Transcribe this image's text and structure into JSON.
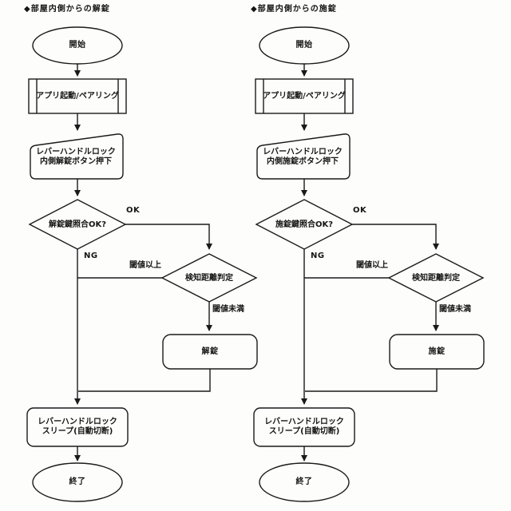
{
  "document": {
    "type": "patent-flowchart-figure",
    "background": "#fdfdfc"
  },
  "colors": {
    "line": "#1a1a1a",
    "text": "#151515",
    "shape_fill": "#fdfdfc"
  },
  "flowcharts": {
    "left": {
      "title": "◆部屋内側からの解錠",
      "start": "開始",
      "app_pairing": "アプリ起動/ペアリング",
      "button_press_line1": "レバーハンドルロック",
      "button_press_line2": "内側解錠ボタン押下",
      "key_check": "解錠鍵照合OK?",
      "ok_label": "OK",
      "ng_label": "NG",
      "distance_check": "検知距離判定",
      "above_threshold": "閾値以上",
      "below_threshold": "閾値未満",
      "action": "解錠",
      "sleep_line1": "レバーハンドルロック",
      "sleep_line2": "スリープ(自動切断)",
      "end": "終了"
    },
    "right": {
      "title": "◆部屋内側からの施錠",
      "start": "開始",
      "app_pairing": "アプリ起動/ペアリング",
      "button_press_line1": "レバーハンドルロック",
      "button_press_line2": "内側施錠ボタン押下",
      "key_check": "施錠鍵照合OK?",
      "ok_label": "OK",
      "ng_label": "NG",
      "distance_check": "検知距離判定",
      "above_threshold": "閾値以上",
      "below_threshold": "閾値未満",
      "action": "施錠",
      "sleep_line1": "レバーハンドルロック",
      "sleep_line2": "スリープ(自動切断)",
      "end": "終了"
    }
  }
}
